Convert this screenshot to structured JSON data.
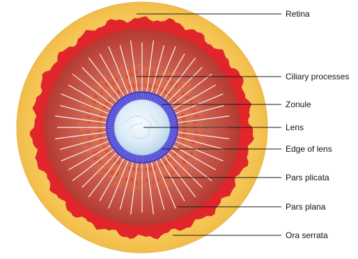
{
  "labels": {
    "retina": "Retina",
    "ciliary_processes": "Ciliary processes",
    "zonule": "Zonule",
    "lens": "Lens",
    "edge_of_lens": "Edge of lens",
    "pars_plicata": "Pars plicata",
    "pars_plana": "Pars plana",
    "ora_serrata": "Ora serrata"
  },
  "colors": {
    "retina": "#f6c657",
    "ora_serrata_band": "#e0262a",
    "pars_plana": "#c24a40",
    "ciliary_processes": "#e8552a",
    "zonule_fibers": "#ffffff",
    "edge_of_lens": "#5148d6",
    "lens": "#dcecf7",
    "leader_lines": "#1a1a1a"
  }
}
